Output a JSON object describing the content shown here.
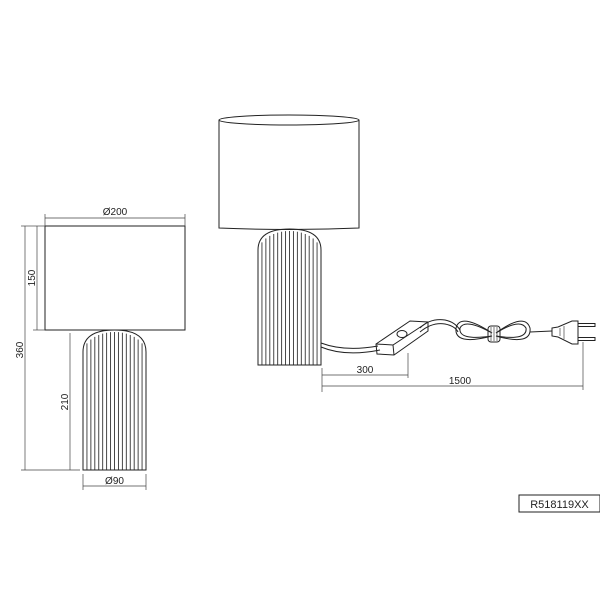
{
  "drawing": {
    "front_view": {
      "shade_diameter": "Ø200",
      "shade_height": "150",
      "total_height": "360",
      "base_height": "210",
      "base_diameter": "Ø90"
    },
    "side_view": {
      "switch_distance": "300",
      "cable_length": "1500"
    },
    "product_code": "R518119XX"
  }
}
